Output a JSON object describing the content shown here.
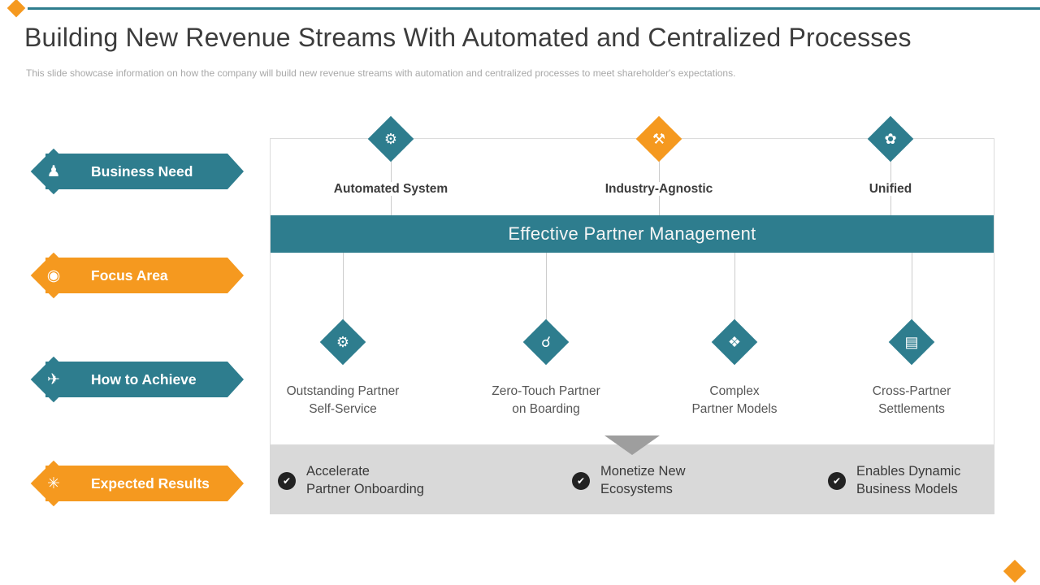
{
  "slide": {
    "title": "Building New Revenue Streams With Automated and Centralized Processes",
    "subtitle": "This slide showcase information on how the company will build new revenue streams with automation and centralized processes to meet shareholder's expectations."
  },
  "colors": {
    "teal": "#2E7D8E",
    "orange": "#F5991F",
    "band_gray": "#D9D9D9",
    "connector_gray": "#CCCCCC",
    "text_dark": "#3C3C3C",
    "text_muted": "#A8A8A8"
  },
  "left_nav": [
    {
      "label": "Business Need",
      "icon": "team-icon",
      "glyph": "♟",
      "color": "#2E7D8E"
    },
    {
      "label": "Focus Area",
      "icon": "target-icon",
      "glyph": "◉",
      "color": "#F5991F"
    },
    {
      "label": "How to Achieve",
      "icon": "rocket-icon",
      "glyph": "✈",
      "color": "#2E7D8E"
    },
    {
      "label": "Expected Results",
      "icon": "insight-icon",
      "glyph": "✳",
      "color": "#F5991F"
    }
  ],
  "business_needs": [
    {
      "label": "Automated System",
      "icon": "automation-gear-icon",
      "glyph": "⚙",
      "color": "#2E7D8E"
    },
    {
      "label": "Industry-Agnostic",
      "icon": "factory-icon",
      "glyph": "⚒",
      "color": "#F5991F"
    },
    {
      "label": "Unified",
      "icon": "growth-icon",
      "glyph": "✿",
      "color": "#2E7D8E"
    }
  ],
  "focus_banner": {
    "label": "Effective Partner Management"
  },
  "approaches": [
    {
      "line1": "Outstanding Partner",
      "line2": "Self-Service",
      "icon": "self-service-gear-icon",
      "glyph": "⚙"
    },
    {
      "line1": "Zero-Touch Partner",
      "line2": "on Boarding",
      "icon": "partner-onboarding-icon",
      "glyph": "☌"
    },
    {
      "line1": "Complex",
      "line2": "Partner Models",
      "icon": "network-nodes-icon",
      "glyph": "❖"
    },
    {
      "line1": "Cross-Partner",
      "line2": "Settlements",
      "icon": "settlement-document-icon",
      "glyph": "▤"
    }
  ],
  "results": [
    {
      "line1": "Accelerate",
      "line2": "Partner Onboarding"
    },
    {
      "line1": "Monetize New",
      "line2": "Ecosystems"
    },
    {
      "line1": "Enables Dynamic",
      "line2": "Business Models"
    }
  ],
  "check_glyph": "✔"
}
